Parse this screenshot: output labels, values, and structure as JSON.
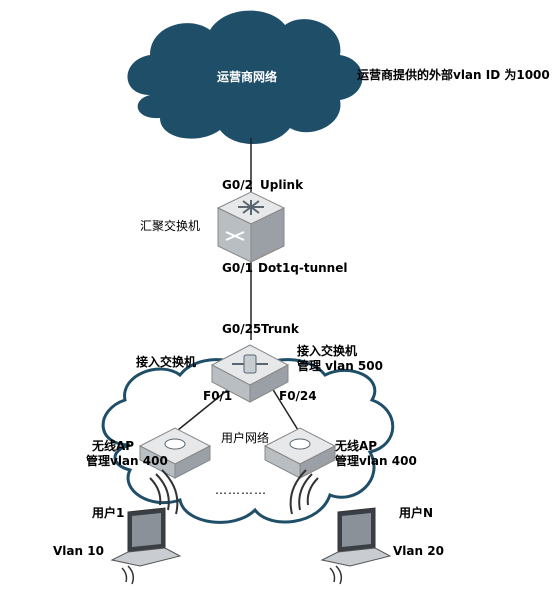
{
  "colors": {
    "isp_cloud": "#1f4e68",
    "user_cloud_stroke": "#1f4e68",
    "device_top": "#e6e8ea",
    "device_side": "#9aa0a6",
    "line": "#222222"
  },
  "isp_cloud": {
    "label": "运营商网络"
  },
  "isp_note": "运营商提供的外部vlan ID 为1000",
  "aggregation_switch": {
    "name": "汇聚交换机",
    "uplink_port": "G0/2",
    "uplink_label": "Uplink",
    "downlink_port": "G0/1",
    "downlink_label": "Dot1q-tunnel"
  },
  "access_switch": {
    "port": "G0/25",
    "port_label": "Trunk",
    "name_left": "接入交换机",
    "name_right": "接入交换机",
    "mgmt": "管理 vlan 500",
    "port_left": "F0/1",
    "port_right": "F0/24"
  },
  "user_network_label": "用户网络",
  "ap_left": {
    "name": "无线AP",
    "mgmt": "管理vlan 400"
  },
  "ap_right": {
    "name": "无线AP",
    "mgmt": "管理vlan 400"
  },
  "ellipsis": "…………",
  "user_left": {
    "name": "用户1",
    "vlan": "Vlan 10"
  },
  "user_right": {
    "name": "用户N",
    "vlan": "Vlan 20"
  },
  "icons": [
    "cloud-icon",
    "switch-icon",
    "access-point-icon",
    "laptop-icon",
    "wireless-signal-icon"
  ]
}
